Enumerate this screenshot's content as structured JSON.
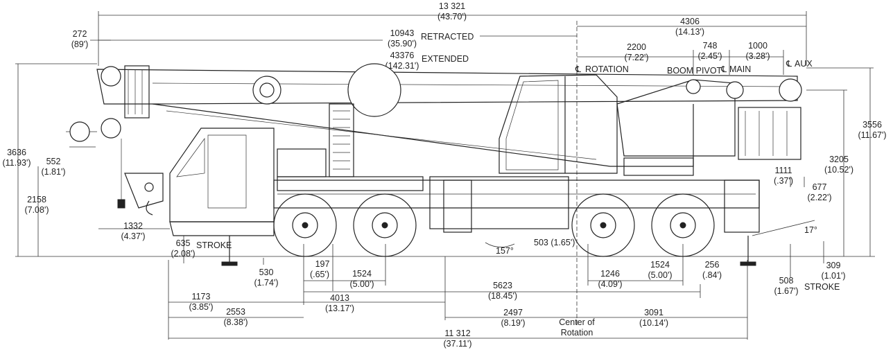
{
  "dims": {
    "overall_length": {
      "mm": "13 321",
      "ft": "(43.70')"
    },
    "boom_tip": {
      "mm": "272",
      "ft": "(89')"
    },
    "retracted": {
      "mm": "10943",
      "ft": "(35.90')",
      "label": "RETRACTED"
    },
    "extended": {
      "mm": "43376",
      "ft": "(142.31')",
      "label": "EXTENDED"
    },
    "rear_total": {
      "mm": "4306",
      "ft": "(14.13')"
    },
    "rot_to_pivot": {
      "mm": "2200",
      "ft": "(7.22')"
    },
    "pivot_to_main": {
      "mm": "748",
      "ft": "(2.45')"
    },
    "main_to_aux": {
      "mm": "1000",
      "ft": "(3.28')"
    },
    "overall_height": {
      "mm": "3636",
      "ft": "(11.93')"
    },
    "sheave_drop": {
      "mm": "552",
      "ft": "(1.81')"
    },
    "cab_height": {
      "mm": "2158",
      "ft": "(7.08')"
    },
    "front_overhang": {
      "mm": "1332",
      "ft": "(4.37')"
    },
    "front_stroke": {
      "mm": "635",
      "ft": "(2.08')",
      "label": "STROKE"
    },
    "pivot_height": {
      "mm": "3556",
      "ft": "(11.67')"
    },
    "rear_height": {
      "mm": "3205",
      "ft": "(10.52')"
    },
    "small_111": {
      "mm": "1111",
      "ft": "(.37')"
    },
    "rear_677": {
      "mm": "677",
      "ft": "(2.22')"
    },
    "ground_503": {
      "mm": "503",
      "ft": "(1.65')"
    },
    "ground_530": {
      "mm": "530",
      "ft": "(1.74')"
    },
    "d197": {
      "mm": "197",
      "ft": "(.65')"
    },
    "front_axle_gap": {
      "mm": "1524",
      "ft": "(5.00')"
    },
    "rear_axle_gap": {
      "mm": "1524",
      "ft": "(5.00')"
    },
    "d1246": {
      "mm": "1246",
      "ft": "(4.09')"
    },
    "d256": {
      "mm": "256",
      "ft": "(.84')"
    },
    "d309": {
      "mm": "309",
      "ft": "(1.01')"
    },
    "rear_stroke": {
      "mm": "508",
      "ft": "(1.67')",
      "label": "STROKE"
    },
    "d1173": {
      "mm": "1173",
      "ft": "(3.85')"
    },
    "d2553": {
      "mm": "2553",
      "ft": "(8.38')"
    },
    "d4013": {
      "mm": "4013",
      "ft": "(13.17')"
    },
    "d5623": {
      "mm": "5623",
      "ft": "(18.45')"
    },
    "d2497": {
      "mm": "2497",
      "ft": "(8.19')"
    },
    "d3091": {
      "mm": "3091",
      "ft": "(10.14')"
    },
    "outrigger_span": {
      "mm": "11 312",
      "ft": "(37.11')"
    }
  },
  "labels": {
    "rotation": "ROTATION",
    "boom_pivot": "BOOM PIVOT",
    "main": "MAIN",
    "aux": "AUX",
    "angle_157": "157°",
    "angle_17": "17°",
    "center_line1": "Center of",
    "center_line2": "Rotation"
  }
}
